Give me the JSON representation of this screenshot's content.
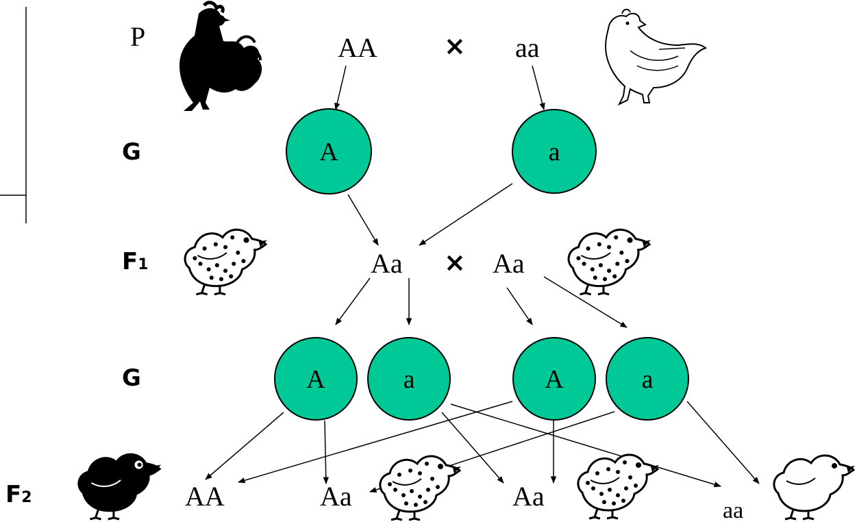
{
  "colors": {
    "gamete_fill": "#00c896",
    "ink": "#000000",
    "background": "#ffffff"
  },
  "labels": {
    "p": "P",
    "g1": "G",
    "f1": "F1",
    "g2": "G",
    "f2": "F2"
  },
  "cross_symbol": "×",
  "parents": {
    "left_genotype": "AA",
    "right_genotype": "aa",
    "left_icon": "black-rooster-icon",
    "right_icon": "white-hen-icon"
  },
  "gametes_p": [
    "A",
    "a"
  ],
  "f1": {
    "left_genotype": "Aa",
    "right_genotype": "Aa",
    "icon": "speckled-chick-icon"
  },
  "gametes_f1": [
    "A",
    "a",
    "A",
    "a"
  ],
  "f2": {
    "genotypes": [
      "AA",
      "Aa",
      "Aa",
      "aa"
    ],
    "icons": [
      "black-chick-icon",
      "speckled-chick-icon",
      "speckled-chick-icon",
      "white-chick-icon"
    ]
  }
}
